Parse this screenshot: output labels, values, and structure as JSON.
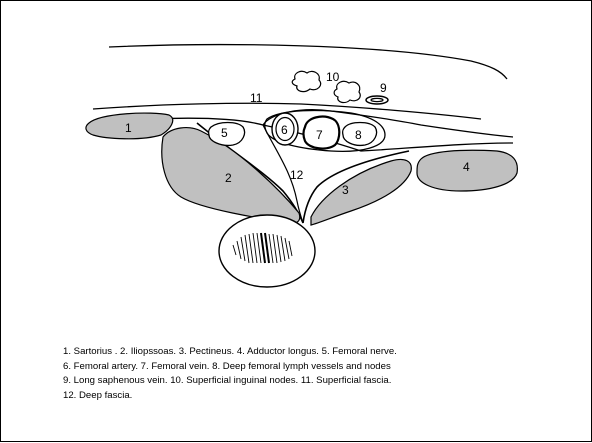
{
  "diagram": {
    "labels": {
      "l1": "1",
      "l2": "2",
      "l3": "3",
      "l4": "4",
      "l5": "5",
      "l6": "6",
      "l7": "7",
      "l8": "8",
      "l9": "9",
      "l10": "10",
      "l11": "11",
      "l12": "12"
    },
    "colors": {
      "muscle_fill": "#c0c0c0",
      "line": "#000000",
      "background": "#ffffff"
    }
  },
  "caption": {
    "line1": "1. Sartorius . 2. Iliopssoas. 3. Pectineus. 4. Adductor longus. 5. Femoral nerve.",
    "line2": "6. Femoral artery. 7. Femoral vein. 8. Deep femoral lymph vessels and nodes",
    "line3": "9. Long saphenous vein. 10. Superficial inguinal nodes. 11.  Superficial fascia.",
    "line4": "12. Deep fascia."
  }
}
